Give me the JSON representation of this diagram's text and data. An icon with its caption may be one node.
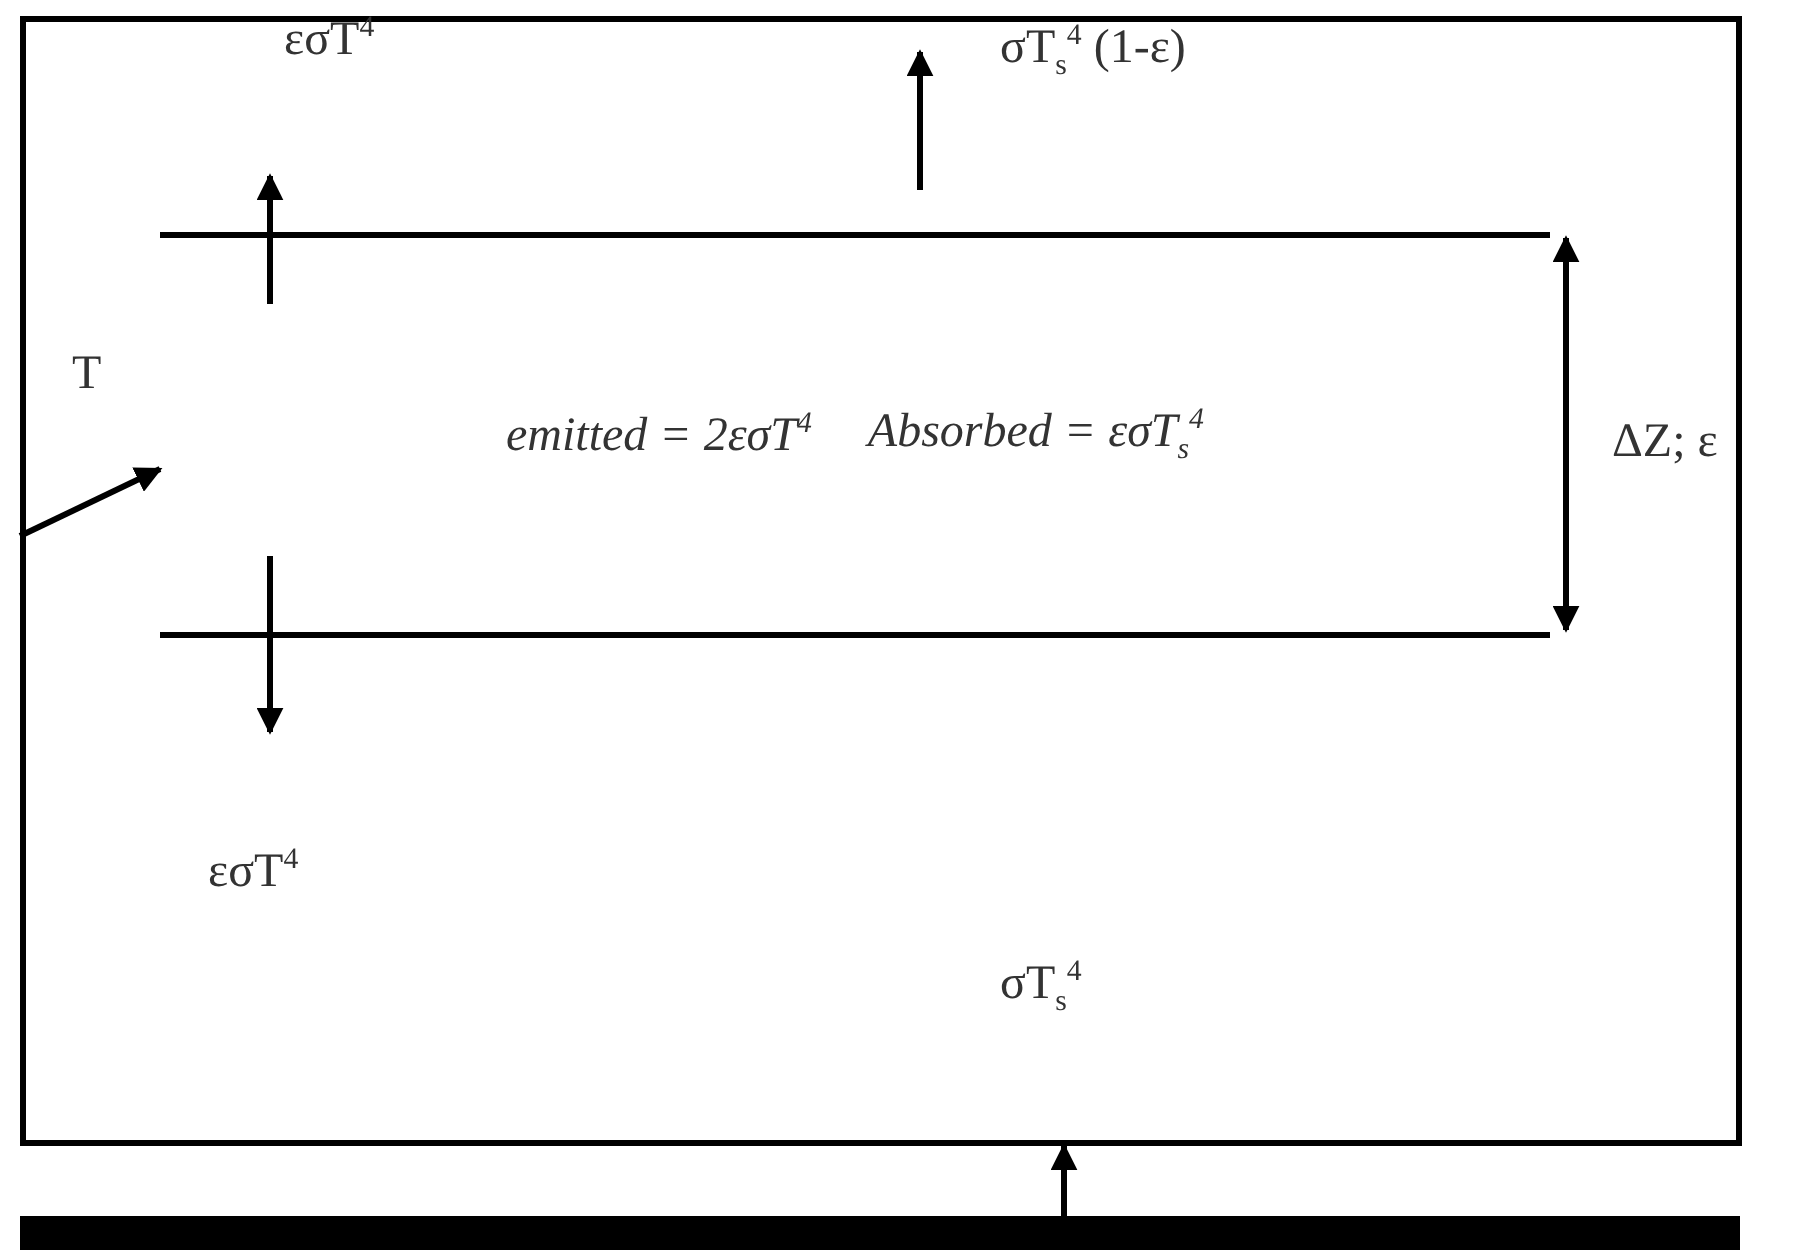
{
  "diagram": {
    "nodes": [
      {
        "text": [],
        "shape": "box"
      },
      {
        "text": [
          "emitted = 2εσT$^{4}$",
          "Absorbed = εσT$_{s}$$^{4}$"
        ],
        "in": 0
      },
      {
        "text": [],
        "shape": "bar"
      }
    ],
    "edges": [
      {
        "from": null,
        "to": 1,
        "arrow": "to"
      },
      {
        "from": 2,
        "to": 0,
        "arrow": "to"
      }
    ],
    "labels": [
      "εσT$^{4}$",
      "σT$_{s}$$^{4}$ (1-ε)",
      "T",
      "ΔZ; ε",
      "εσT$^{4}$",
      "σT$_{s}$$^{4}$"
    ]
  }
}
